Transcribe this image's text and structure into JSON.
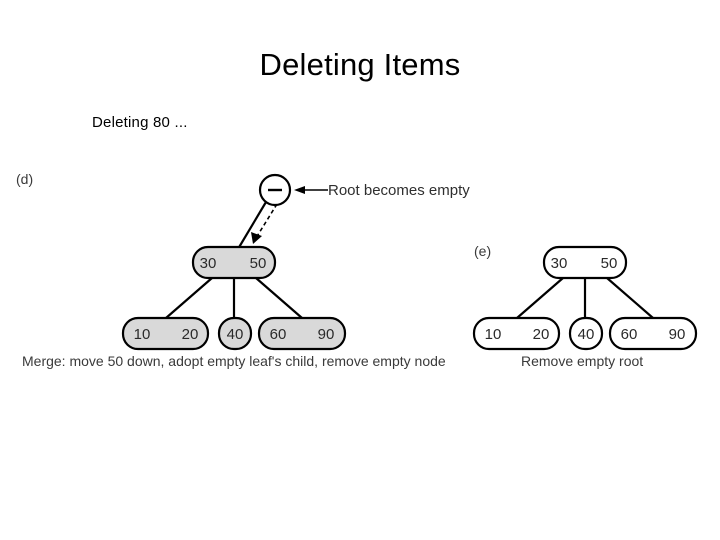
{
  "slide": {
    "title": "Deleting Items",
    "subtitle": "Deleting 80 ...",
    "background_color": "#ffffff",
    "text_color": "#000000"
  },
  "annotation": {
    "root_becomes_empty": "Root becomes empty"
  },
  "panels": [
    {
      "label": "(d)",
      "caption": "Merge: move 50 down, adopt empty leaf's child, remove empty node",
      "root_empty_node": {
        "glyph": "minus-sign",
        "fill": "#ffffff"
      },
      "internal_node": {
        "keys": [
          "30",
          "50"
        ],
        "fill": "#d9d9d9"
      },
      "leaves": [
        {
          "keys": [
            "10",
            "20"
          ],
          "fill": "#d9d9d9"
        },
        {
          "keys": [
            "40"
          ],
          "fill": "#d9d9d9"
        },
        {
          "keys": [
            "60",
            "90"
          ],
          "fill": "#d9d9d9"
        }
      ]
    },
    {
      "label": "(e)",
      "caption": "Remove empty root",
      "root_node": {
        "keys": [
          "30",
          "50"
        ],
        "fill": "#ffffff"
      },
      "leaves": [
        {
          "keys": [
            "10",
            "20"
          ],
          "fill": "#ffffff"
        },
        {
          "keys": [
            "40"
          ],
          "fill": "#ffffff"
        },
        {
          "keys": [
            "60",
            "90"
          ],
          "fill": "#ffffff"
        }
      ]
    }
  ]
}
